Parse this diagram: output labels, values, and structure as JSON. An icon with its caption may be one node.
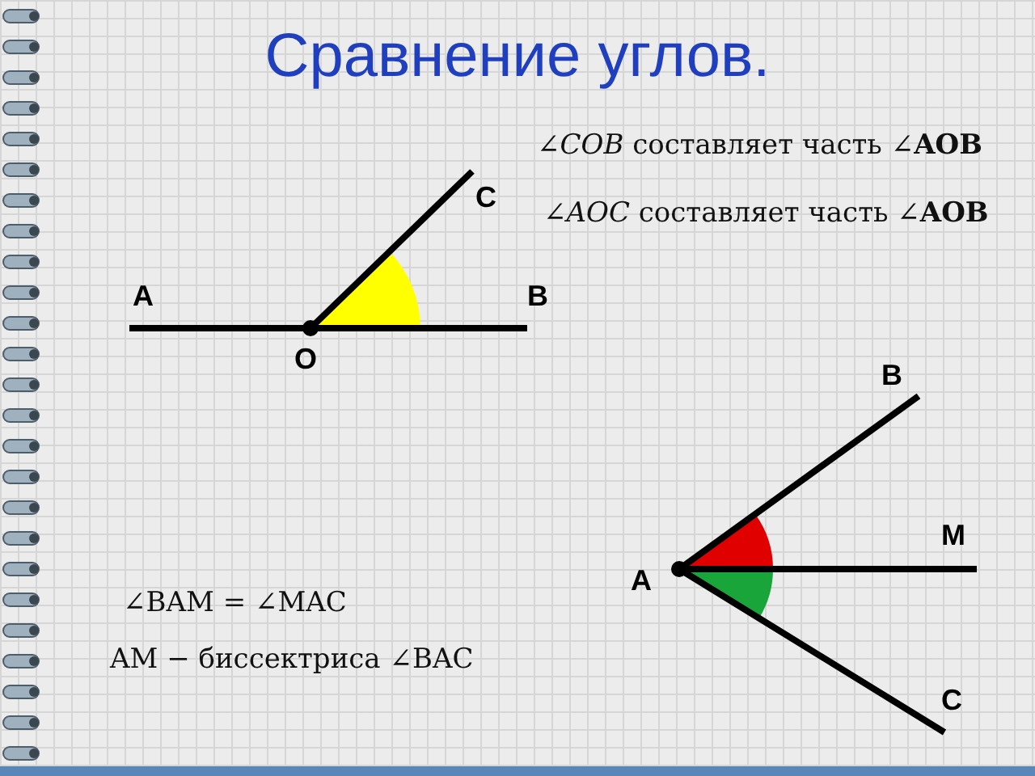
{
  "diagram": {
    "title": "Сравнение углов.",
    "labels": [
      "∠*COB* составляет часть ∠**AOB**",
      "C",
      "∠*AOC* составляет часть ∠**AOB**",
      "A",
      "B",
      "O",
      "B",
      "M",
      "A",
      "∠BAM = ∠MAC",
      "AM − биссектриса ∠BAC",
      "C"
    ]
  }
}
